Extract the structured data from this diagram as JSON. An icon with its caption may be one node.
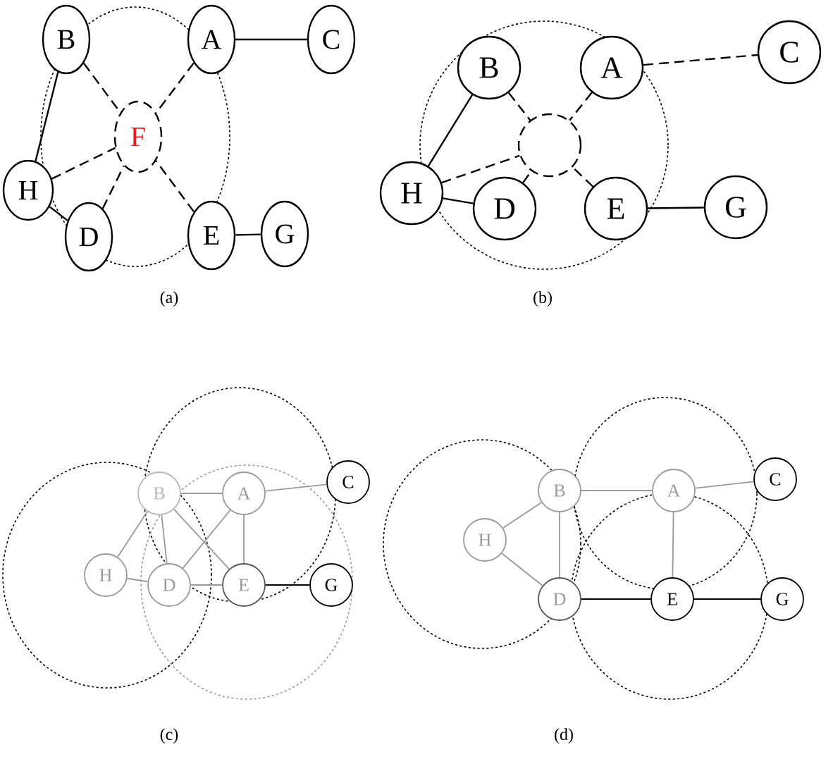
{
  "diagram": {
    "nodes": [
      {
        "text": [
          "B"
        ]
      },
      {
        "text": [
          "A"
        ]
      },
      {
        "text": [
          "C"
        ]
      },
      {
        "text": [
          "F"
        ]
      },
      {
        "text": [
          "H"
        ]
      },
      {
        "text": [
          "D"
        ]
      },
      {
        "text": [
          "E"
        ]
      },
      {
        "text": [
          "G"
        ]
      },
      {
        "text": [
          "B"
        ]
      },
      {
        "text": [
          "A"
        ]
      },
      {
        "text": [
          "C"
        ]
      },
      {
        "text": [],
        "shape": "circle"
      },
      {
        "text": [
          "H"
        ]
      },
      {
        "text": [
          "D"
        ]
      },
      {
        "text": [
          "E"
        ]
      },
      {
        "text": [
          "G"
        ]
      },
      {
        "text": [
          "B"
        ]
      },
      {
        "text": [
          "A"
        ]
      },
      {
        "text": [
          "C"
        ]
      },
      {
        "text": [
          "H"
        ]
      },
      {
        "text": [
          "D"
        ]
      },
      {
        "text": [
          "E"
        ]
      },
      {
        "text": [
          "G"
        ]
      },
      {
        "text": [
          "B"
        ]
      },
      {
        "text": [
          "A"
        ]
      },
      {
        "text": [
          "C"
        ]
      },
      {
        "text": [
          "H"
        ]
      },
      {
        "text": [
          "D"
        ]
      },
      {
        "text": [
          "E"
        ]
      },
      {
        "text": [
          "G"
        ]
      }
    ],
    "edges": [
      {
        "from": 1,
        "to": 2,
        "arrow": "none"
      },
      {
        "from": 0,
        "to": 3,
        "arrow": "none",
        "style": "dashed"
      },
      {
        "from": 1,
        "to": 3,
        "arrow": "none",
        "style": "dashed"
      },
      {
        "from": 4,
        "to": 3,
        "arrow": "none",
        "style": "dashed"
      },
      {
        "from": 5,
        "to": 3,
        "arrow": "none",
        "style": "dashed"
      },
      {
        "from": 6,
        "to": 3,
        "arrow": "none",
        "style": "dashed"
      },
      {
        "from": 0,
        "to": 4,
        "arrow": "none"
      },
      {
        "from": 4,
        "to": 5,
        "arrow": "none"
      },
      {
        "from": 6,
        "to": 7,
        "arrow": "none"
      },
      {
        "from": 9,
        "to": 10,
        "arrow": "none",
        "style": "dashed"
      },
      {
        "from": 8,
        "to": 11,
        "arrow": "none",
        "style": "dashed"
      },
      {
        "from": 9,
        "to": 11,
        "arrow": "none",
        "style": "dashed"
      },
      {
        "from": 12,
        "to": 11,
        "arrow": "none",
        "style": "dashed"
      },
      {
        "from": 13,
        "to": 11,
        "arrow": "none",
        "style": "dashed"
      },
      {
        "from": 14,
        "to": 11,
        "arrow": "none",
        "style": "dashed"
      },
      {
        "from": 8,
        "to": 12,
        "arrow": "none"
      },
      {
        "from": 12,
        "to": 13,
        "arrow": "none"
      },
      {
        "from": 14,
        "to": 15,
        "arrow": "none"
      },
      {
        "from": 16,
        "to": 17,
        "arrow": "none",
        "color": "#9a9a9a"
      },
      {
        "from": 17,
        "to": 18,
        "arrow": "none",
        "color": "#9a9a9a"
      },
      {
        "from": 16,
        "to": 19,
        "arrow": "none",
        "color": "#9a9a9a"
      },
      {
        "from": 19,
        "to": 20,
        "arrow": "none",
        "color": "#9a9a9a"
      },
      {
        "from": 16,
        "to": 20,
        "arrow": "none",
        "color": "#9a9a9a"
      },
      {
        "from": 16,
        "to": 21,
        "arrow": "none",
        "color": "#9a9a9a"
      },
      {
        "from": 17,
        "to": 20,
        "arrow": "none",
        "color": "#9a9a9a"
      },
      {
        "from": 17,
        "to": 21,
        "arrow": "none",
        "color": "#9a9a9a"
      },
      {
        "from": 20,
        "to": 21,
        "arrow": "none",
        "color": "#9a9a9a"
      },
      {
        "from": 21,
        "to": 22,
        "arrow": "none"
      },
      {
        "from": 23,
        "to": 24,
        "arrow": "none",
        "color": "#9a9a9a"
      },
      {
        "from": 24,
        "to": 25,
        "arrow": "none",
        "color": "#9a9a9a"
      },
      {
        "from": 26,
        "to": 23,
        "arrow": "none",
        "color": "#9a9a9a"
      },
      {
        "from": 26,
        "to": 27,
        "arrow": "none",
        "color": "#9a9a9a"
      },
      {
        "from": 23,
        "to": 27,
        "arrow": "none",
        "color": "#9a9a9a"
      },
      {
        "from": 24,
        "to": 28,
        "arrow": "none",
        "color": "#9a9a9a"
      },
      {
        "from": 27,
        "to": 28,
        "arrow": "none"
      },
      {
        "from": 28,
        "to": 29,
        "arrow": "none"
      }
    ],
    "labels": [
      "(a)",
      "(b)",
      "(c)",
      "(d)"
    ]
  }
}
